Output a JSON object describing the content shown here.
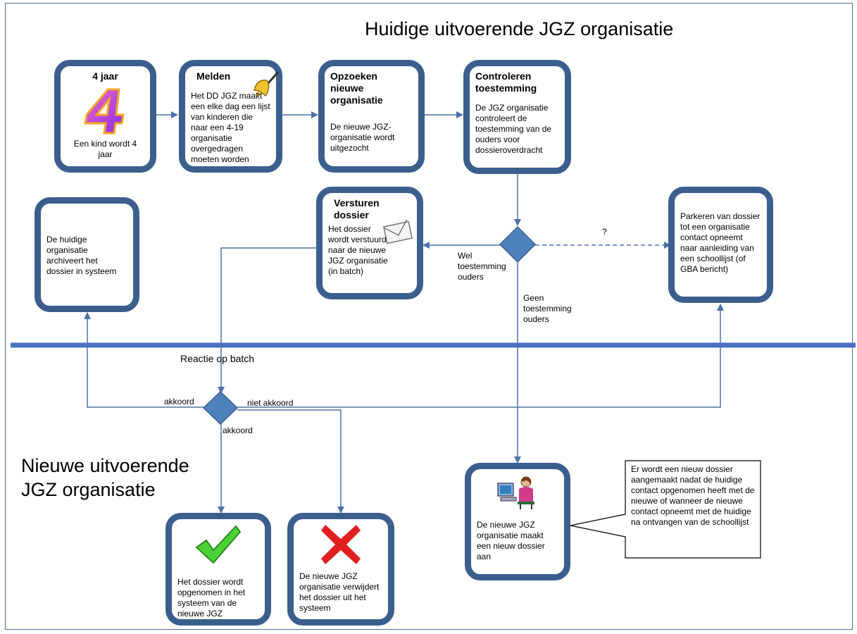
{
  "section_titles": {
    "current": "Huidige uitvoerende JGZ organisatie",
    "new_line1": "Nieuwe uitvoerende",
    "new_line2": "JGZ organisatie"
  },
  "boxes": {
    "four_years": {
      "title": "4 jaar",
      "text": "Een kind wordt 4 jaar"
    },
    "melden": {
      "title": "Melden",
      "text": "Het DD JGZ maakt een elke dag een lijst van kinderen die naar een 4-19 organisatie overgedragen moeten worden"
    },
    "opzoeken": {
      "title": "Opzoeken nieuwe organisatie",
      "text": "De nieuwe JGZ-organisatie wordt uitgezocht"
    },
    "controleren": {
      "title": "Controleren toestemming",
      "text": "De JGZ organisatie controleert de toestemming van de ouders voor dossieroverdracht"
    },
    "versturen": {
      "title": "Versturen dossier",
      "text": "Het dossier wordt verstuurd naar de nieuwe JGZ organisatie (in batch)"
    },
    "archiveert": {
      "text": "De huidige organisatie archiveert het dossier in systeem"
    },
    "parkeren": {
      "text": "Parkeren van dossier tot een organisatie contact opneemt naar aanleiding van een schoollijst (of GBA bericht)"
    },
    "opgenomen": {
      "text": "Het dossier wordt opgenomen in het systeem van de nieuwe JGZ"
    },
    "verwijdert": {
      "text": "De nieuwe JGZ organisatie verwijdert het dossier uit het systeem"
    },
    "nieuw_dossier": {
      "text": "De nieuwe JGZ organisatie  maakt een nieuw dossier aan"
    }
  },
  "labels": {
    "question": "?",
    "wel_toestemming": "Wel\ntoestemming\nouders",
    "geen_toestemming": "Geen\ntoestemming\nouders",
    "reactie": "Reactie op batch",
    "akkoord_left": "akkoord",
    "niet_akkoord": "niet akkoord",
    "akkoord_below": "akkoord"
  },
  "callout": "Er wordt een nieuw dossier aangemaakt nadat de huidige contact opgenomen heeft met de nieuwe of wanneer de nieuwe contact opneemt met de huidige na ontvangen van de schoollijst",
  "icons": [
    "number-four-icon",
    "bell-icon",
    "envelope-icon",
    "check-icon",
    "cross-icon",
    "person-at-computer-icon"
  ],
  "colors": {
    "border": "#3b5f8d",
    "line": "#4a72a8",
    "separator": "#4a72c4",
    "diamond": "#4f81bd",
    "check": "#4cd137",
    "cross": "#e02020"
  }
}
